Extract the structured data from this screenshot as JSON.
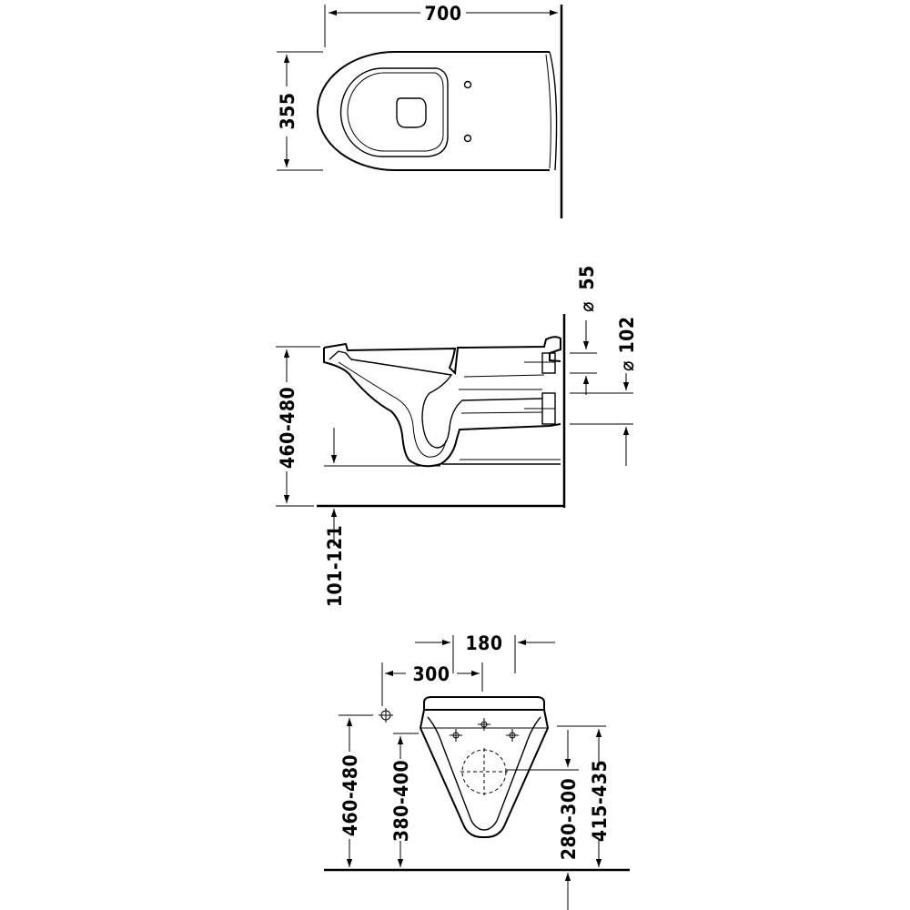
{
  "top_view": {
    "width_dim": "700",
    "depth_dim": "355"
  },
  "side_view": {
    "height_dim": "460-480",
    "floor_offset_dim": "101-121",
    "pipe_small_dim": "55",
    "pipe_large_dim": "102",
    "diameter_symbol": "⌀"
  },
  "front_view": {
    "dim_180": "180",
    "dim_300": "300",
    "left_height_dim": "460-480",
    "inner_height_dim": "380-400",
    "right_inner_dim": "280-300",
    "right_outer_dim": "415-435"
  }
}
